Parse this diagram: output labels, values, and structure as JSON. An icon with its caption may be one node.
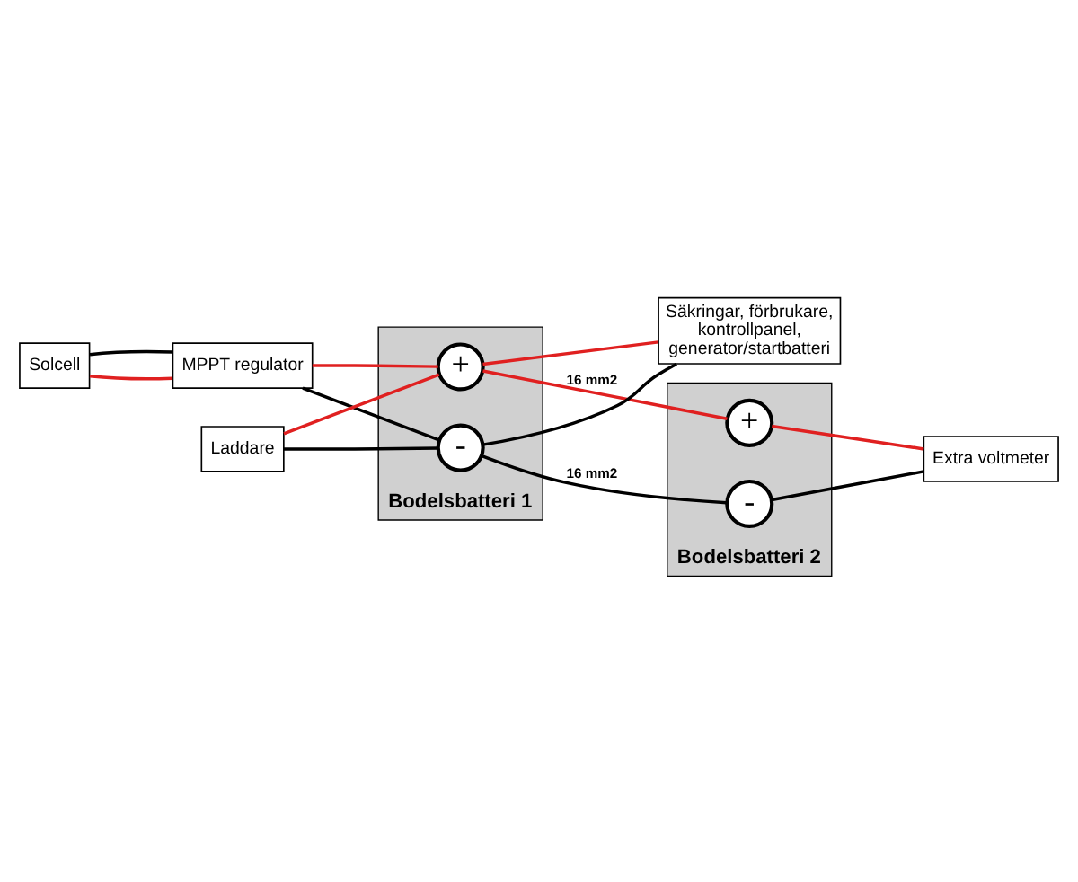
{
  "diagram": {
    "nodes": [
      {
        "text": [
          "Solcell"
        ]
      },
      {
        "text": [
          "MPPT regulator"
        ]
      },
      {
        "text": [
          "Laddare"
        ]
      },
      {
        "text": [
          "Bodelsbatteri 1"
        ]
      },
      {
        "text": [
          "+"
        ],
        "in": 3
      },
      {
        "text": [
          "-"
        ],
        "in": 3
      },
      {
        "text": [
          "Säkringar, förbrukare, kontrollpanel, generator/startbatteri"
        ]
      },
      {
        "text": [
          "Bodelsbatteri 2"
        ]
      },
      {
        "text": [
          "+"
        ],
        "in": 7
      },
      {
        "text": [
          "-"
        ],
        "in": 7
      },
      {
        "text": [
          "Extra voltmeter"
        ]
      }
    ],
    "edges": [
      {
        "from": 0,
        "to": 1,
        "arrow": "none",
        "color": "#e02020"
      },
      {
        "from": 0,
        "to": 1,
        "arrow": "none",
        "color": "#000000"
      },
      {
        "from": 1,
        "to": 4,
        "arrow": "none",
        "color": "#e02020"
      },
      {
        "from": 1,
        "to": 5,
        "arrow": "none",
        "color": "#000000"
      },
      {
        "from": 2,
        "to": 4,
        "arrow": "none",
        "color": "#e02020"
      },
      {
        "from": 2,
        "to": 5,
        "arrow": "none",
        "color": "#000000"
      },
      {
        "from": 4,
        "to": 6,
        "arrow": "none",
        "color": "#e02020"
      },
      {
        "from": 5,
        "to": 6,
        "arrow": "none",
        "color": "#000000"
      },
      {
        "from": 5,
        "to": 9,
        "arrow": "none",
        "color": "#000000",
        "label": "16 mm2"
      },
      {
        "from": 4,
        "to": 8,
        "arrow": "none",
        "color": "#e02020",
        "label": "16 mm2"
      },
      {
        "from": 8,
        "to": 10,
        "arrow": "none",
        "color": "#e02020"
      },
      {
        "from": 9,
        "to": 10,
        "arrow": "none",
        "color": "#000000"
      }
    ]
  }
}
